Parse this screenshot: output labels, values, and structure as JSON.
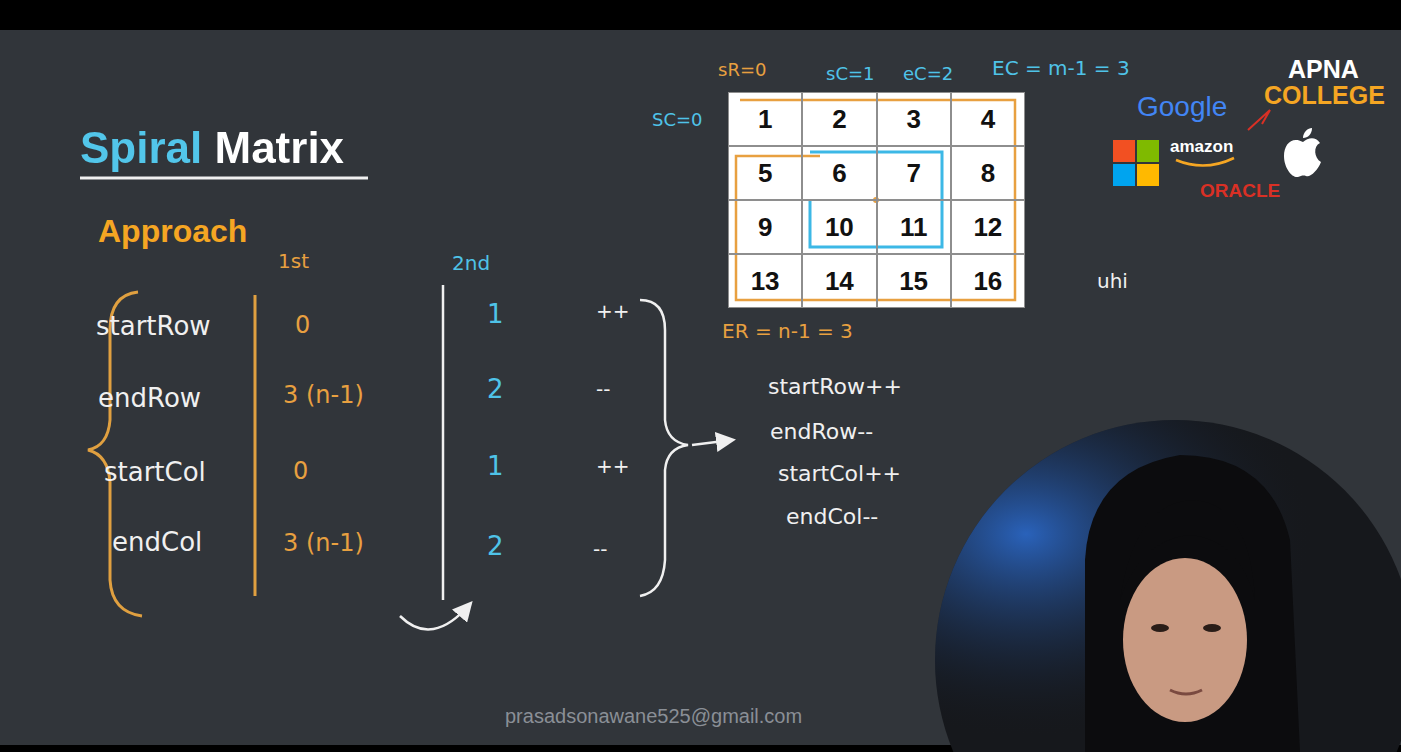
{
  "diagram": {
    "title": "Spiral Matrix",
    "nodes": [
      {
        "text": [
          "1"
        ]
      },
      {
        "text": [
          "2"
        ]
      },
      {
        "text": [
          "3"
        ]
      },
      {
        "text": [
          "4"
        ]
      },
      {
        "text": [
          "5"
        ]
      },
      {
        "text": [
          "6"
        ]
      },
      {
        "text": [
          "7"
        ]
      },
      {
        "text": [
          "8"
        ]
      },
      {
        "text": [
          "9"
        ]
      },
      {
        "text": [
          "10"
        ]
      },
      {
        "text": [
          "11"
        ]
      },
      {
        "text": [
          "12"
        ]
      },
      {
        "text": [
          "13"
        ]
      },
      {
        "text": [
          "14"
        ]
      },
      {
        "text": [
          "15"
        ]
      },
      {
        "text": [
          "16"
        ]
      }
    ],
    "labels": [
      "Approach",
      "1st",
      "2nd",
      "startRow",
      "endRow",
      "startCol",
      "endCol",
      "0",
      "3 (n-1)",
      "0",
      "3 (n-1)",
      "1",
      "2",
      "1",
      "2",
      "++",
      "--",
      "++",
      "--",
      "startRow++",
      "endRow--",
      "startCol++",
      "endCol--",
      "sR=0",
      "sC=1",
      "eC=2",
      "EC = m-1 = 3",
      "SC=0",
      "ER = n-1 = 3",
      "APNA",
      "COLLEGE",
      "Google",
      "amazon",
      "ORACLE",
      "uhi",
      "prasadsonawane525@gmail.com"
    ]
  }
}
